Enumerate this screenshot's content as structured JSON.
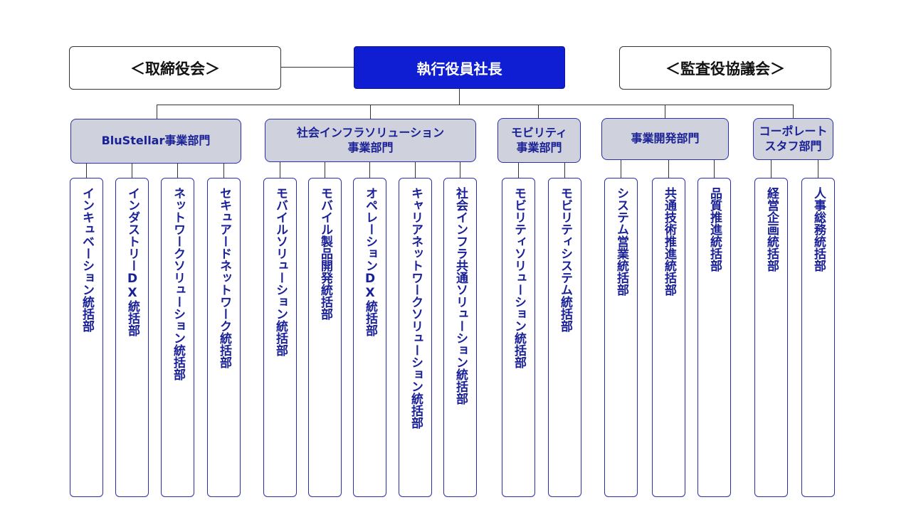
{
  "board": {
    "label": "＜取締役会＞"
  },
  "president": {
    "label": "執行役員社長"
  },
  "audit": {
    "label": "＜監査役協議会＞"
  },
  "departments": [
    {
      "label": "BluStellar事業部門",
      "units": [
        "インキュベーション統括部",
        "インダストリーDX統括部",
        "ネットワークソリューション統括部",
        "セキュアードネットワーク統括部"
      ]
    },
    {
      "label": "社会インフラソリューション\n事業部門",
      "units": [
        "モバイルソリューション統括部",
        "モバイル製品開発統括部",
        "オペレーションDX統括部",
        "キャリアネットワークソリューション統括部",
        "社会インフラ共通ソリューション統括部"
      ]
    },
    {
      "label": "モビリティ\n事業部門",
      "units": [
        "モビリティソリューション統括部",
        "モビリティシステム統括部"
      ]
    },
    {
      "label": "事業開発部門",
      "units": [
        "システム営業統括部",
        "共通技術推進統括部",
        "品質推進統括部"
      ]
    },
    {
      "label": "コーポレート\nスタフ部門",
      "units": [
        "経営企画統括部",
        "人事総務統括部"
      ]
    }
  ],
  "colors": {
    "president_fill": "#0f1ed2",
    "dept_fill": "#cfd1dc",
    "accent_text": "#1a2196",
    "border": "#2a2fae"
  }
}
